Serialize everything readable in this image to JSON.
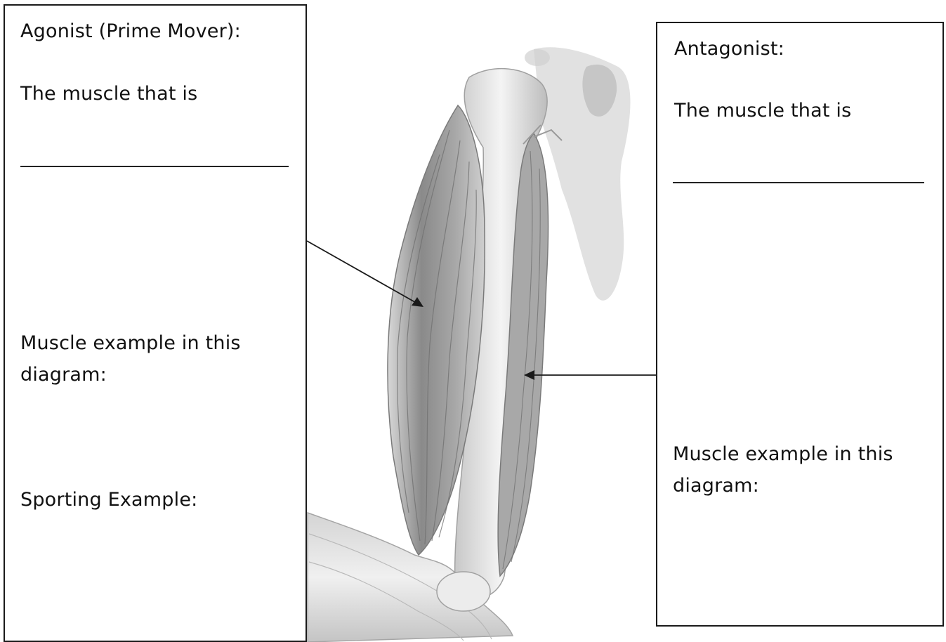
{
  "agonist": {
    "heading": "Agonist (Prime Mover):",
    "definition": "The muscle that is",
    "muscle_example_line1": "Muscle example in this",
    "muscle_example_line2": "diagram:",
    "sporting_example": "Sporting Example:"
  },
  "antagonist": {
    "heading": "Antagonist:",
    "definition": "The muscle that is",
    "muscle_example_line1": "Muscle example in this",
    "muscle_example_line2": "diagram:"
  },
  "diagram": {
    "icon": "arm-muscle-illustration",
    "colors": {
      "line": "#1a1a1a",
      "muscle": "#9a9a9a",
      "bone": "#e8e8e8"
    }
  }
}
